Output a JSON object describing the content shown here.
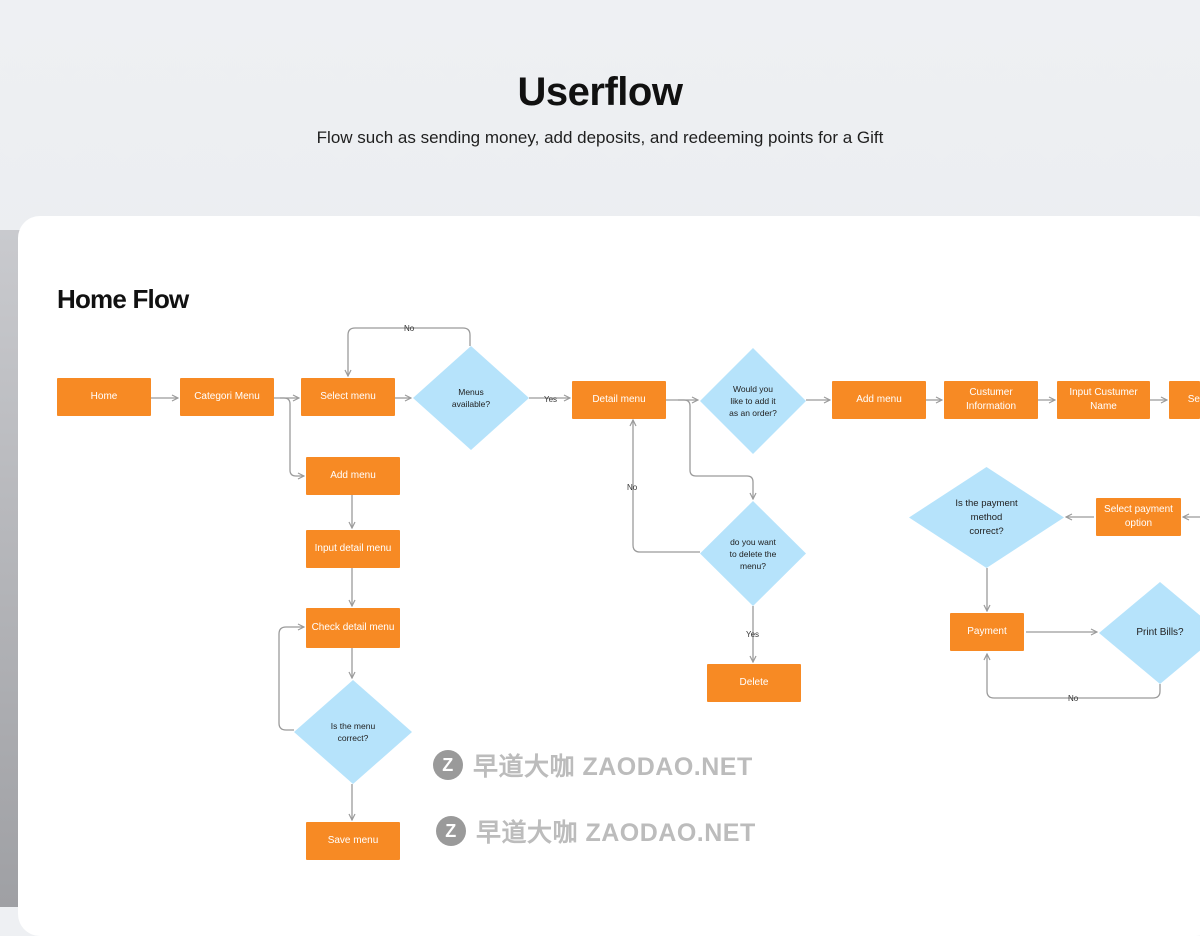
{
  "header": {
    "title": "Userflow",
    "subtitle": "Flow such as sending money, add deposits, and redeeming points for a Gift"
  },
  "flow": {
    "title": "Home Flow",
    "nodes": {
      "home": "Home",
      "categori_menu": "Categori Menu",
      "select_menu": "Select menu",
      "menus_available": "Menus\navailable?",
      "detail_menu": "Detail menu",
      "add_to_order": "Would you\nlike to add it\nas an order?",
      "add_menu_right": "Add menu",
      "customer_information": "Custumer\nInformation",
      "input_customer_name": "Input Custumer\nName",
      "cut_off_box": "Se",
      "add_menu": "Add menu",
      "input_detail_menu": "Input detail menu",
      "check_detail_menu": "Check detail menu",
      "menu_correct": "Is the menu\ncorrect?",
      "save_menu": "Save menu",
      "delete_menu_q": "do you want\nto delete the\nmenu?",
      "delete": "Delete",
      "payment_method_correct": "Is the payment\nmethod\ncorrect?",
      "select_payment_option": "Select  payment\noption",
      "payment": "Payment",
      "print_bills": "Print Bills?"
    },
    "labels": {
      "no_top": "No",
      "yes_available": "Yes",
      "no_delete": "No",
      "yes_delete": "Yes",
      "no_print": "No"
    }
  },
  "watermark": {
    "logo": "Z",
    "text": "早道大咖  ZAODAO.NET"
  },
  "colors": {
    "process_box": "#f78a24",
    "decision": "#b6e3fb",
    "connector": "#9b9b9b"
  }
}
